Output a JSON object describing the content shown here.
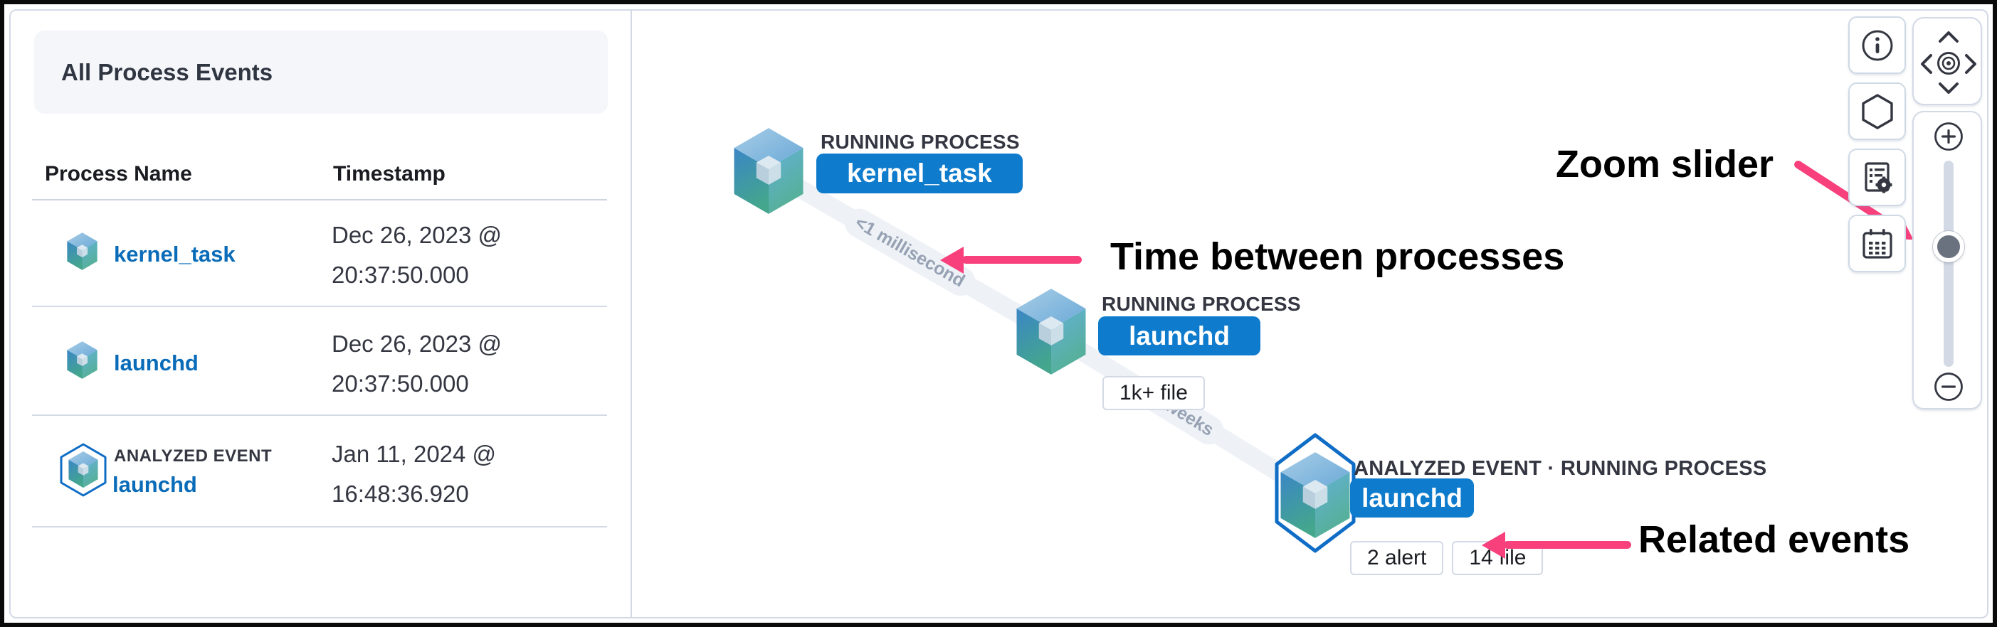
{
  "left_panel": {
    "title": "All Process Events",
    "columns": {
      "name": "Process Name",
      "timestamp": "Timestamp"
    },
    "rows": [
      {
        "name": "kernel_task",
        "badge": "",
        "ts1": "Dec 26, 2023 @",
        "ts2": "20:37:50.000"
      },
      {
        "name": "launchd",
        "badge": "",
        "ts1": "Dec 26, 2023 @",
        "ts2": "20:37:50.000"
      },
      {
        "name": "launchd",
        "badge": "ANALYZED EVENT",
        "ts1": "Jan 11, 2024 @",
        "ts2": "16:48:36.920"
      }
    ]
  },
  "graph": {
    "nodes": [
      {
        "type_label": "RUNNING PROCESS",
        "name": "kernel_task",
        "pills": []
      },
      {
        "type_label": "RUNNING PROCESS",
        "name": "launchd",
        "pills": [
          "1k+ file"
        ]
      },
      {
        "type_label": "ANALYZED EVENT · RUNNING PROCESS",
        "name": "launchd",
        "pills": [
          "2 alert",
          "14 file"
        ]
      }
    ],
    "edges": [
      {
        "label": "<1 millisecond"
      },
      {
        "label": "2 weeks"
      }
    ]
  },
  "annotations": {
    "zoom_slider": "Zoom slider",
    "time_between": "Time between processes",
    "related_events": "Related events"
  },
  "colors": {
    "primary_blue": "#0e7bcc",
    "link_blue": "#0a6cb8",
    "annotation_pink": "#f8407c",
    "border_gray": "#d3dae6",
    "panel_bg": "#f4f6fa",
    "text_dark": "#343741",
    "edge_gray": "#eef2f7",
    "edge_label_gray": "#96a1b3",
    "hexagon_blue": "#0f6dc6"
  }
}
